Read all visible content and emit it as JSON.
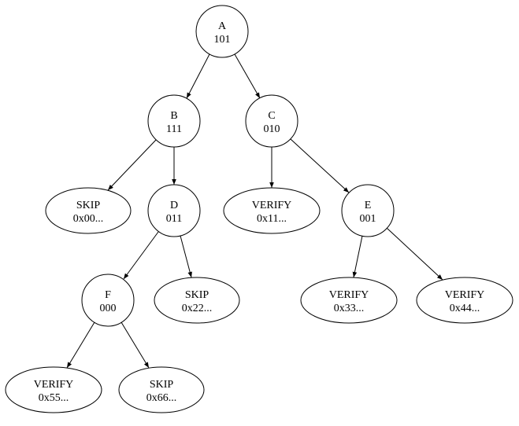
{
  "diagram": {
    "type": "tree",
    "description": "Binary tree with internal circle nodes (letter + 3-bit code) and leaf ellipse nodes (SKIP/VERIFY + hex prefix)",
    "colors": {
      "background": "#ffffff",
      "node_fill": "#ffffff",
      "node_stroke": "#000000",
      "text": "#000000",
      "edge": "#000000"
    },
    "nodes": {
      "A": {
        "line1": "A",
        "line2": "101",
        "shape": "circle"
      },
      "B": {
        "line1": "B",
        "line2": "111",
        "shape": "circle"
      },
      "C": {
        "line1": "C",
        "line2": "010",
        "shape": "circle"
      },
      "D": {
        "line1": "D",
        "line2": "011",
        "shape": "circle"
      },
      "E": {
        "line1": "E",
        "line2": "001",
        "shape": "circle"
      },
      "F": {
        "line1": "F",
        "line2": "000",
        "shape": "circle"
      },
      "SKIP00": {
        "line1": "SKIP",
        "line2": "0x00...",
        "shape": "ellipse"
      },
      "VERIFY11": {
        "line1": "VERIFY",
        "line2": "0x11...",
        "shape": "ellipse"
      },
      "SKIP22": {
        "line1": "SKIP",
        "line2": "0x22...",
        "shape": "ellipse"
      },
      "VERIFY33": {
        "line1": "VERIFY",
        "line2": "0x33...",
        "shape": "ellipse"
      },
      "VERIFY44": {
        "line1": "VERIFY",
        "line2": "0x44...",
        "shape": "ellipse"
      },
      "VERIFY55": {
        "line1": "VERIFY",
        "line2": "0x55...",
        "shape": "ellipse"
      },
      "SKIP66": {
        "line1": "SKIP",
        "line2": "0x66...",
        "shape": "ellipse"
      }
    },
    "edges": [
      {
        "from": "A",
        "to": "B"
      },
      {
        "from": "A",
        "to": "C"
      },
      {
        "from": "B",
        "to": "SKIP00"
      },
      {
        "from": "B",
        "to": "D"
      },
      {
        "from": "C",
        "to": "VERIFY11"
      },
      {
        "from": "C",
        "to": "E"
      },
      {
        "from": "D",
        "to": "F"
      },
      {
        "from": "D",
        "to": "SKIP22"
      },
      {
        "from": "E",
        "to": "VERIFY33"
      },
      {
        "from": "E",
        "to": "VERIFY44"
      },
      {
        "from": "F",
        "to": "VERIFY55"
      },
      {
        "from": "F",
        "to": "SKIP66"
      }
    ]
  }
}
